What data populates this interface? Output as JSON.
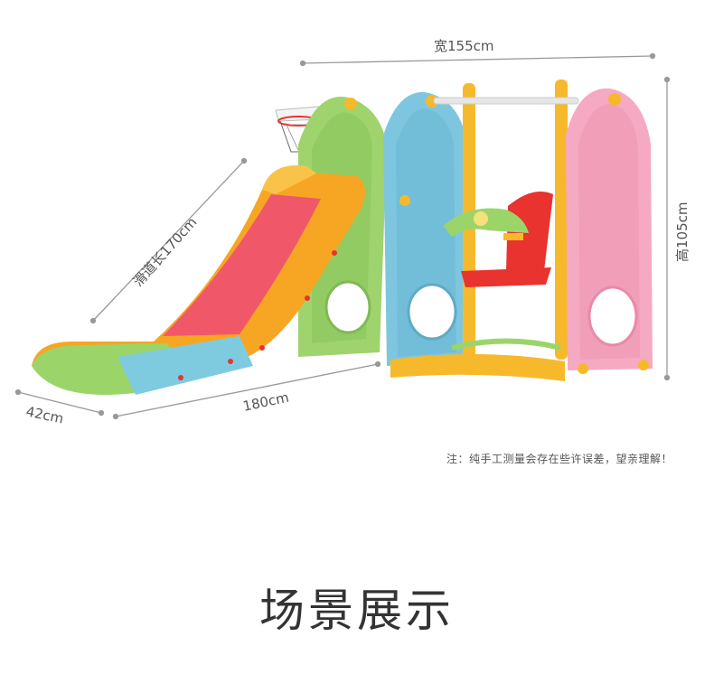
{
  "dimensions": {
    "width_label": "宽155cm",
    "height_label": "高105cm",
    "slide_length_label": "滑道长170cm",
    "depth_label": "42cm",
    "length_label": "180cm"
  },
  "note": "注：纯手工测量会存在些许误差，望亲理解！",
  "section_title": "场景展示",
  "colors": {
    "slide_orange": "#F7A623",
    "slide_red": "#F0586A",
    "slide_blue": "#7ECBE0",
    "slide_green": "#9BD56A",
    "panel_green": "#9FD36E",
    "panel_blue": "#7EC6DF",
    "panel_pink": "#F5A9C2",
    "frame_yellow": "#F6B92B",
    "seat_red": "#E8332E",
    "line_gray": "#999999"
  }
}
